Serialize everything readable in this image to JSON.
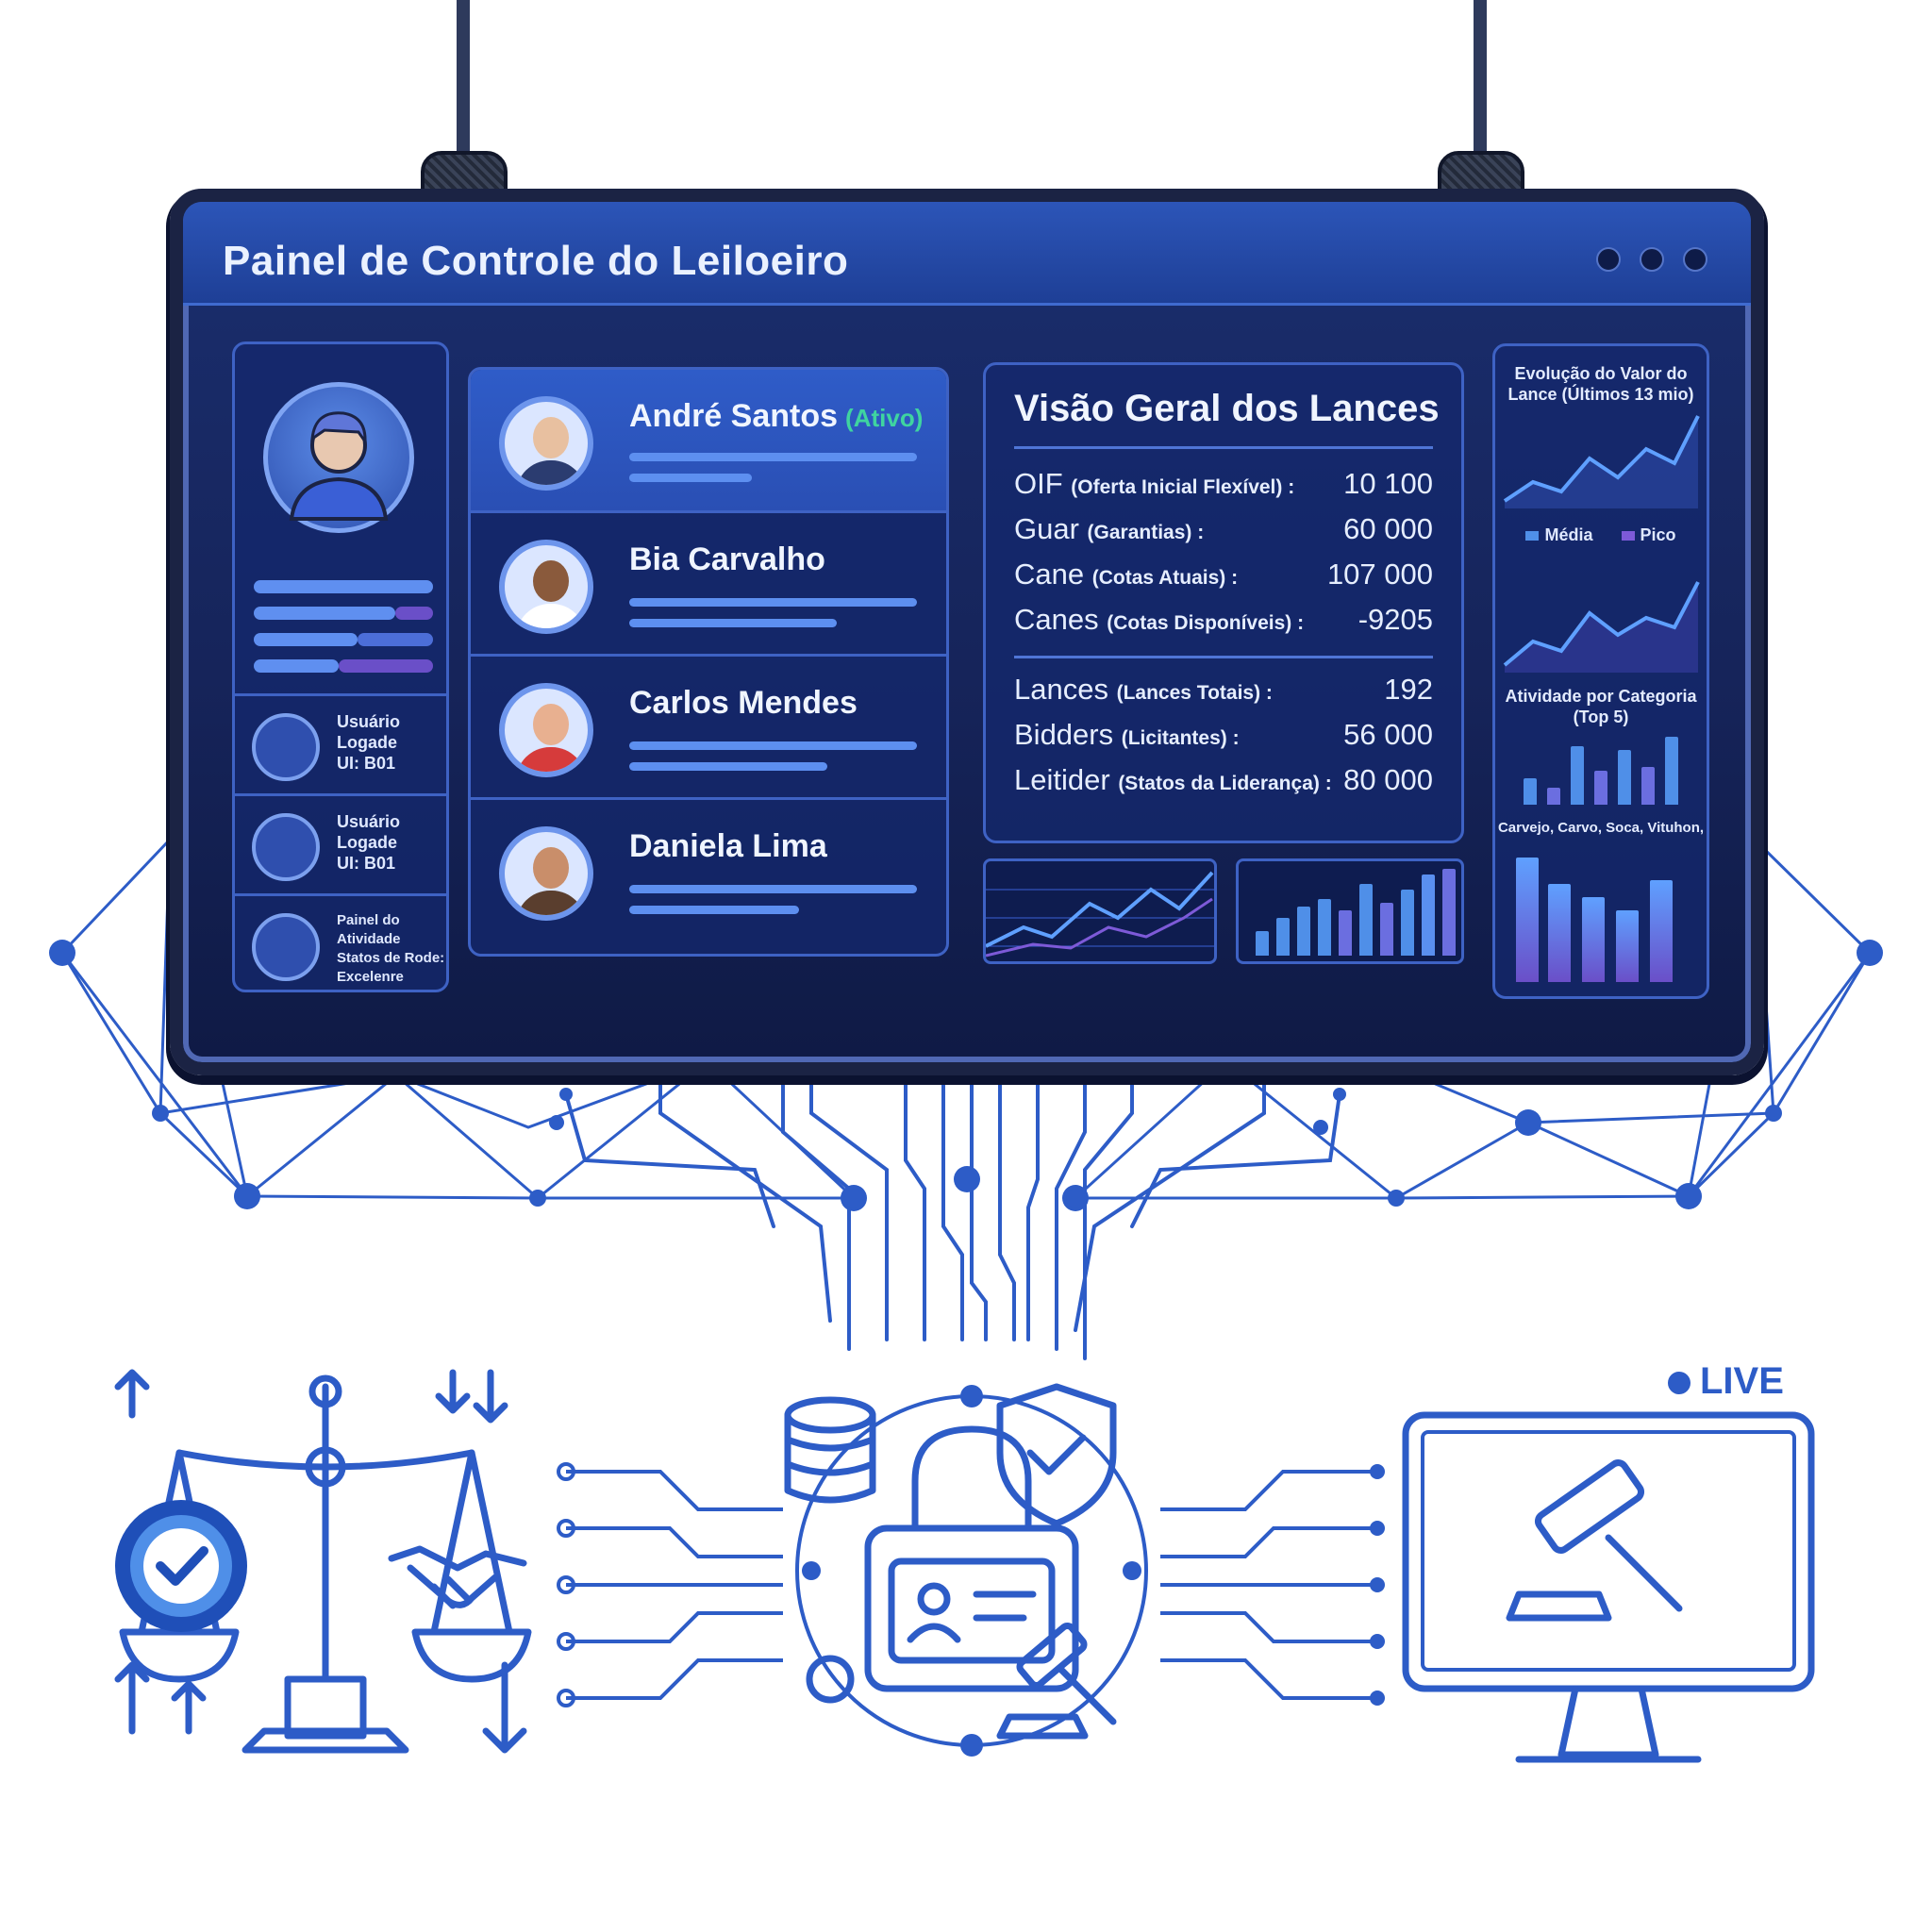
{
  "dashboard": {
    "title": "Painel de Controle do Leiloeiro",
    "left_panel": {
      "users": [
        {
          "line1": "Usuário",
          "line2": "Logade",
          "line3": "UI: B01"
        },
        {
          "line1": "Usuário",
          "line2": "Logade",
          "line3": "UI: B01"
        },
        {
          "line1": "Painel do Atividade",
          "line2": "Statos de Rode:",
          "line3": "Excelenre"
        }
      ]
    },
    "bidders": [
      {
        "name": "André Santos",
        "status": "(Ativo)"
      },
      {
        "name": "Bia Carvalho",
        "status": ""
      },
      {
        "name": "Carlos Mendes",
        "status": ""
      },
      {
        "name": "Daniela Lima",
        "status": ""
      }
    ],
    "overview": {
      "title": "Visão Geral dos Lances",
      "rows": [
        {
          "label": "OIF",
          "detail": "(Oferta Inicial Flexível) :",
          "value": "10 100"
        },
        {
          "label": "Guar",
          "detail": "(Garantias) :",
          "value": "60 000"
        },
        {
          "label": "Cane",
          "detail": "(Cotas Atuais) :",
          "value": "107 000"
        },
        {
          "label": "Canes",
          "detail": "(Cotas Disponíveis) :",
          "value": "-9205"
        },
        {
          "label": "Lances",
          "detail": "(Lances Totais) :",
          "value": "192"
        },
        {
          "label": "Bidders",
          "detail": "(Licitantes) :",
          "value": "56 000"
        },
        {
          "label": "Leitider",
          "detail": "(Statos da Liderança) :",
          "value": "80 000"
        }
      ]
    },
    "right_panel": {
      "evolution_title_1": "Evolução do Valor do",
      "evolution_title_2": "Lance (Últimos 13 mio)",
      "legend": [
        "Média",
        "Pico"
      ],
      "category_title_1": "Atividade por Categoria",
      "category_title_2": "(Top 5)",
      "categories_label": "Carvejo, Carvo, Soca, Vituhon,"
    }
  },
  "live_badge": "LIVE",
  "colors": {
    "accent": "#2d5cc7",
    "panel_bg": "#16245a",
    "active_status": "#3fd4a0"
  },
  "icons": [
    "scale-icon",
    "handshake-icon",
    "verified-badge-icon",
    "database-icon",
    "padlock-icon",
    "id-card-icon",
    "shield-check-icon",
    "gavel-icon",
    "monitor-gavel-icon"
  ]
}
